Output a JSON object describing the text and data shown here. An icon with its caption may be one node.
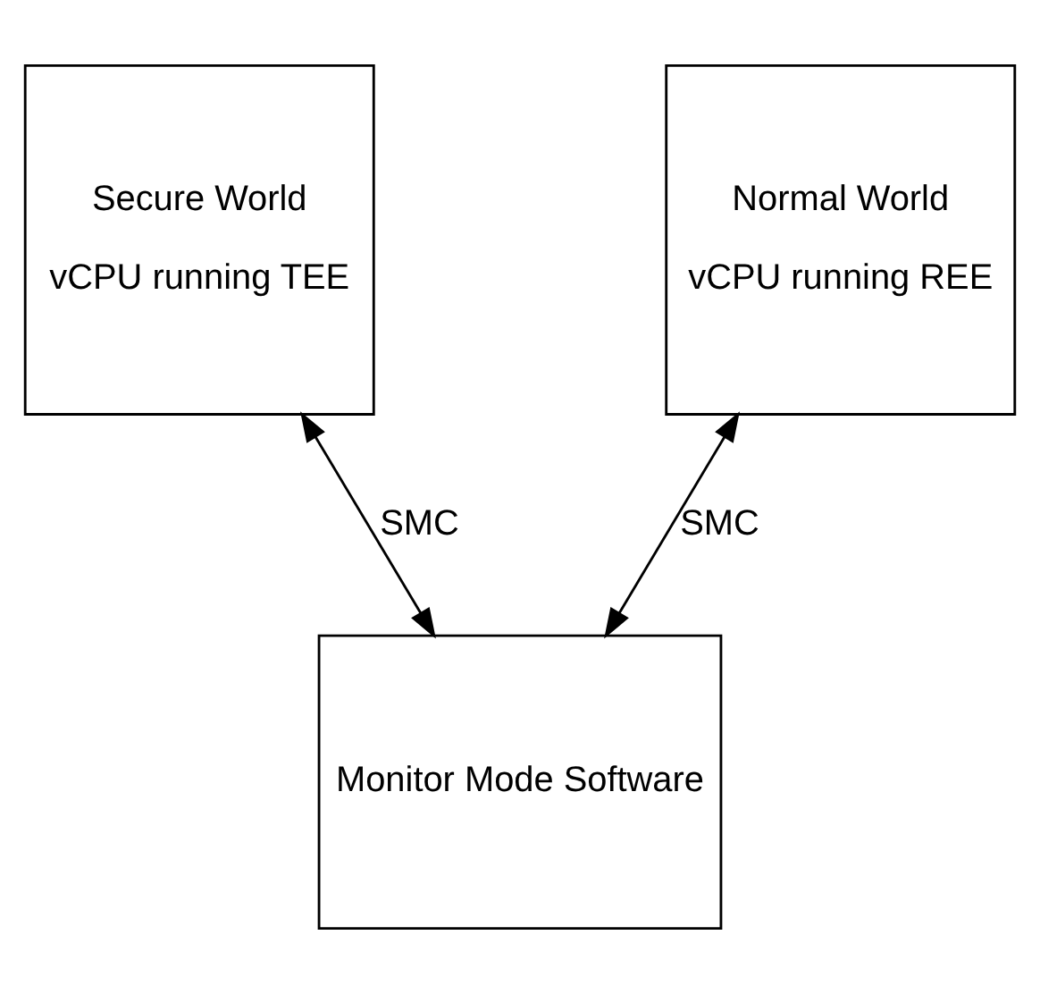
{
  "diagram": {
    "nodes": [
      {
        "text": [
          "Secure World",
          "vCPU running TEE"
        ]
      },
      {
        "text": [
          "Normal World",
          "vCPU running REE"
        ]
      },
      {
        "text": [
          "Monitor Mode Software"
        ]
      }
    ],
    "edges": [
      {
        "from": 0,
        "to": 2,
        "arrow": "both",
        "label": "SMC"
      },
      {
        "from": 1,
        "to": 2,
        "arrow": "both",
        "label": "SMC"
      }
    ]
  }
}
